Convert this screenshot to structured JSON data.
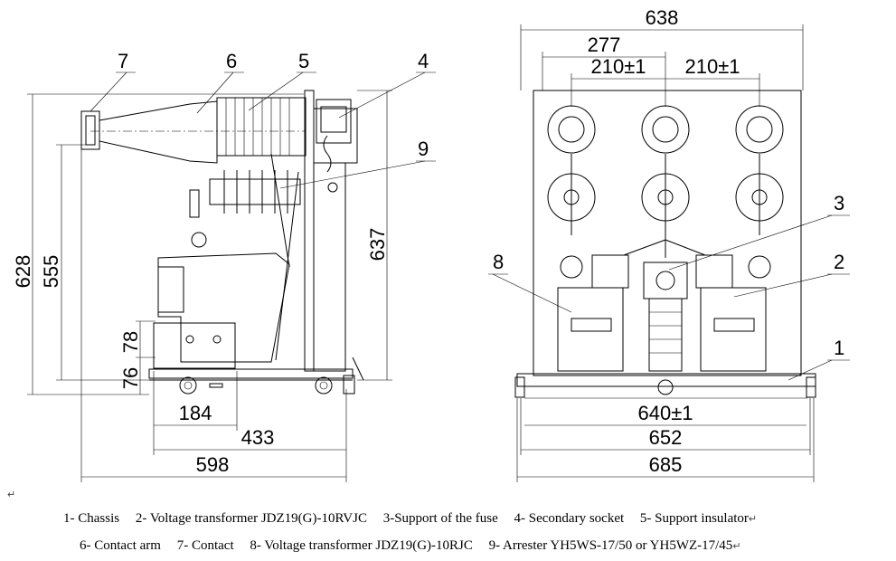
{
  "side_view": {
    "callouts": [
      "7",
      "6",
      "5",
      "4",
      "9"
    ],
    "dims": {
      "h628": "628",
      "h555": "555",
      "h637": "637",
      "h78": "78",
      "h76": "76",
      "w184": "184",
      "w433": "433",
      "w598": "598"
    }
  },
  "front_view": {
    "callouts": [
      "3",
      "2",
      "8",
      "1"
    ],
    "dims": {
      "w638": "638",
      "w277": "277",
      "w210a": "210±1",
      "w210b": "210±1",
      "w640": "640±1",
      "w652": "652",
      "w685": "685"
    }
  },
  "captions": {
    "line1": [
      "1- Chassis",
      "2- Voltage transformer JDZ19(G)-10RVJC",
      "3-Support of the fuse",
      "4- Secondary socket",
      "5- Support insulator"
    ],
    "line2": [
      "6- Contact arm",
      "7- Contact",
      "8- Voltage transformer JDZ19(G)-10RJC",
      "9- Arrester YH5WS-17/50 or YH5WZ-17/45"
    ],
    "return_mark": "↵"
  }
}
